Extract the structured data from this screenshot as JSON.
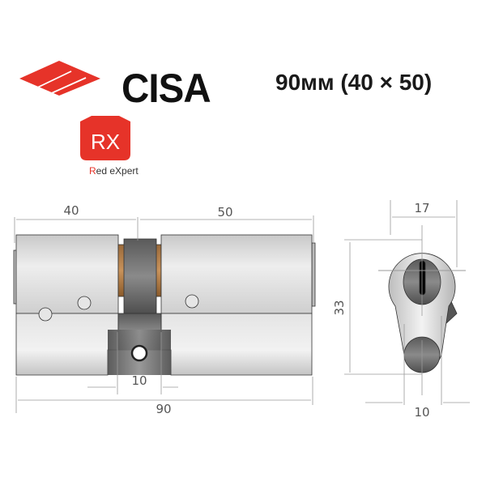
{
  "brand": {
    "name": "CISA",
    "sub_logo": "RX",
    "sub_logo_r": "R",
    "sub_tagline_red": "R",
    "sub_tagline_rest": "ed  eXpert"
  },
  "title": "90мм (40 × 50)",
  "dimensions": {
    "left_length": "40",
    "right_length": "50",
    "total_length": "90",
    "cam_width": "10",
    "profile_width": "17",
    "profile_height": "33",
    "bottom_width": "10"
  },
  "colors": {
    "brand_red": "#e63329",
    "dimension_line": "#9a9a9a"
  }
}
